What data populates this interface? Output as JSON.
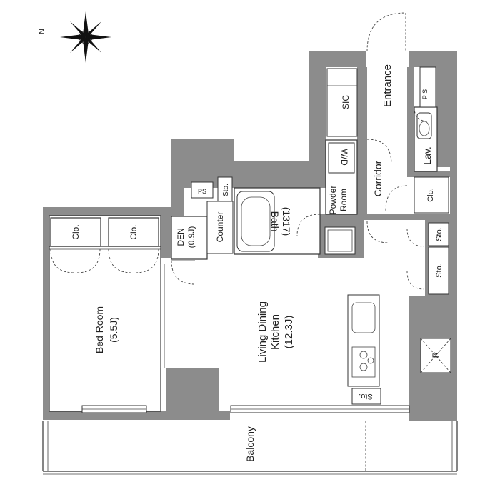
{
  "compass": {
    "north_label": "N"
  },
  "rooms": {
    "bedroom": {
      "name": "Bed Room",
      "size": "(5.5J)"
    },
    "ldk": {
      "line1": "Living Dining",
      "line2": "Kitchen",
      "size": "(12.3J)"
    },
    "den": {
      "name": "DEN",
      "size": "(0.9J)"
    },
    "counter": "Counter",
    "bath": {
      "name": "Bath",
      "size": "(1317)"
    },
    "powder": {
      "line1": "Powder",
      "line2": "Room"
    },
    "wd": "W/D",
    "corridor": "Corridor",
    "entrance": "Entrance",
    "sic": "SIC",
    "lav": "Lav.",
    "balcony": "Balcony"
  },
  "storage": {
    "clo_bed_1": "Clo.",
    "clo_bed_2": "Clo.",
    "clo_corridor": "Clo.",
    "sto_1": "Sto.",
    "sto_2": "Sto.",
    "sto_upper": "Sto.",
    "sto_kitchen": "Sto."
  },
  "labels": {
    "ps_upper": "PS",
    "ps_right": "P S",
    "refrigerator": "R"
  }
}
